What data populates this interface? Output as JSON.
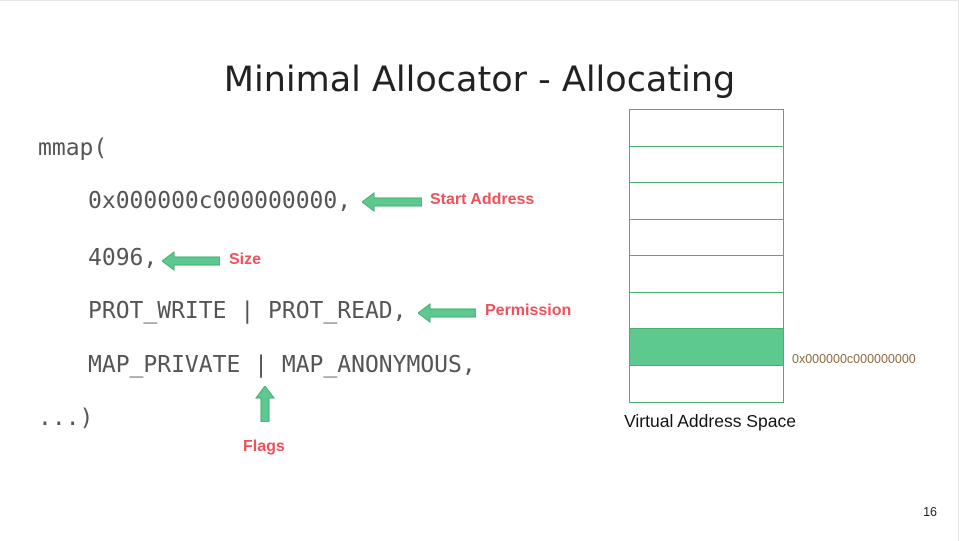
{
  "slide": {
    "title": "Minimal Allocator - Allocating",
    "page_number": "16"
  },
  "code": {
    "line1": "mmap(",
    "line2": "0x000000c000000000,",
    "line3": "4096,",
    "line4": "PROT_WRITE | PROT_READ,",
    "line5": "MAP_PRIVATE | MAP_ANONYMOUS,",
    "line6": "...)"
  },
  "annotations": {
    "start_address": "Start Address",
    "size": "Size",
    "permission": "Permission",
    "flags": "Flags"
  },
  "diagram": {
    "caption": "Virtual Address Space",
    "highlighted_address": "0x000000c000000000",
    "row_count": 8,
    "highlighted_row_index": 6
  },
  "colors": {
    "arrow_green": "#5ec98f",
    "label_red": "#f0505a",
    "table_border": "#4caf72",
    "code_gray": "#555555"
  },
  "icons": {
    "arrow_left": "left-arrow-icon",
    "arrow_up": "up-arrow-icon"
  }
}
